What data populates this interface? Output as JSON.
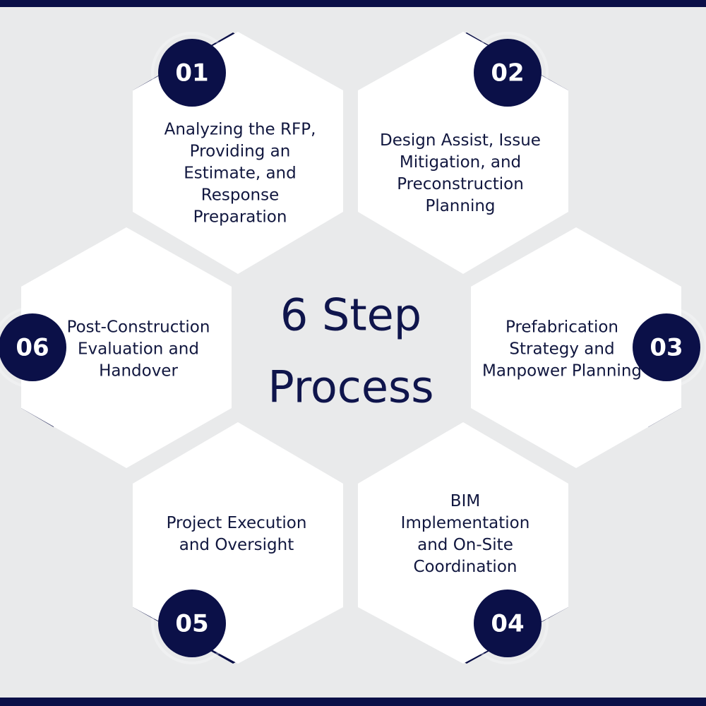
{
  "title_lines": [
    "6 Step",
    "Process"
  ],
  "steps": [
    {
      "number": "01",
      "label": "Analyzing the RFP, Providing an Estimate, and Response Preparation"
    },
    {
      "number": "02",
      "label": "Design Assist, Issue Mitigation, and Preconstruction Planning"
    },
    {
      "number": "03",
      "label": "Prefabrication Strategy and Manpower Planning"
    },
    {
      "number": "04",
      "label": "BIM Implementation and On-Site Coordination"
    },
    {
      "number": "05",
      "label": "Project Execution and Oversight"
    },
    {
      "number": "06",
      "label": "Post-Construction Evaluation and Handover"
    }
  ],
  "colors": {
    "background": "#e9eaeb",
    "hexagon": "#ffffff",
    "accent": "#0b1048",
    "text": "#11173f"
  }
}
